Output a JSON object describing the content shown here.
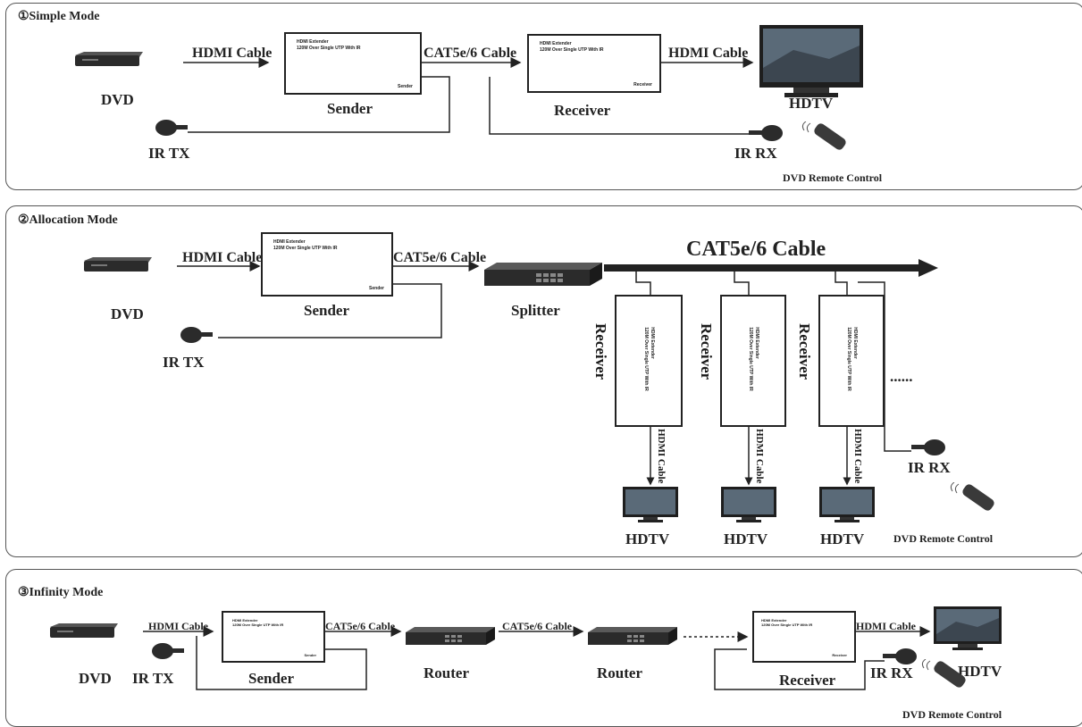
{
  "modes": {
    "simple": "①Simple Mode",
    "allocation": "②Allocation Mode",
    "infinity": "③Infinity Mode"
  },
  "labels": {
    "hdmi_cable": "HDMI Cable",
    "cat_cable": "CAT5e/6 Cable",
    "cat_cable_big": "CAT5e/6 Cable",
    "dvd": "DVD",
    "sender": "Sender",
    "receiver": "Receiver",
    "hdtv": "HDTV",
    "ir_tx": "IR TX",
    "ir_rx": "IR RX",
    "remote": "DVD Remote Control",
    "splitter": "Splitter",
    "router": "Router",
    "ellipsis": "......",
    "dots": "............"
  },
  "box_text": {
    "extender": "HDMI Extender\n120M Over Single UTP With IR",
    "sender_foot": "Sender",
    "receiver_foot": "Receiver"
  },
  "colors": {
    "line": "#222222",
    "device": "#2b2b2b",
    "screen": "#5a6a78"
  },
  "icons": [
    "dvd-player-icon",
    "ir-transmitter-icon",
    "ir-receiver-icon",
    "hdtv-icon",
    "remote-control-icon",
    "network-switch-icon"
  ]
}
